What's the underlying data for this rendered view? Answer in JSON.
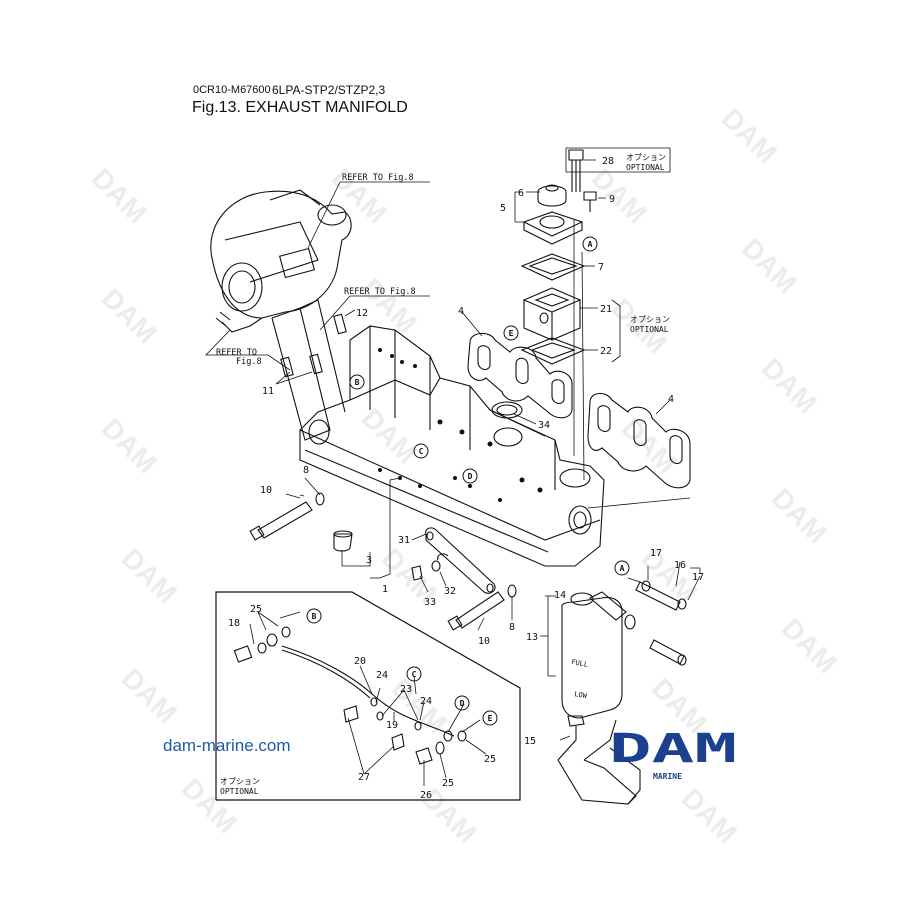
{
  "header": {
    "code": "0CR10-M67600",
    "model": "6LPA-STP2/STZP2,3",
    "title": "Fig.13.  EXHAUST MANIFOLD"
  },
  "references": {
    "refer_top": "REFER TO Fig.8",
    "refer_mid": "REFER TO Fig.8",
    "refer_left_1": "REFER TO",
    "refer_left_2": "Fig.8"
  },
  "optional": {
    "jp": "オプション",
    "en": "OPTIONAL"
  },
  "parts": {
    "p1": "1",
    "p3": "3",
    "p4a": "4",
    "p4b": "4",
    "p5": "5",
    "p6": "6",
    "p7": "7",
    "p8a": "8",
    "p8b": "8",
    "p9": "9",
    "p10a": "10",
    "p10b": "10",
    "p11": "11",
    "p12": "12",
    "p13": "13",
    "p14": "14",
    "p15": "15",
    "p16": "16",
    "p17a": "17",
    "p17b": "17",
    "p18": "18",
    "p19": "19",
    "p20": "20",
    "p21": "21",
    "p22": "22",
    "p23": "23",
    "p24a": "24",
    "p24b": "24",
    "p25a": "25",
    "p25b": "25",
    "p25c": "25",
    "p26": "26",
    "p27": "27",
    "p28": "28",
    "p31": "31",
    "p32": "32",
    "p33": "33",
    "p34": "34"
  },
  "callouts": {
    "A1": "A",
    "A2": "B",
    "A3": "C",
    "A4": "D",
    "A5": "E",
    "B1": "A",
    "B2": "B",
    "B3": "C",
    "B4": "D",
    "B5": "E"
  },
  "gauge": {
    "full": "FULL",
    "low": "LOW"
  },
  "footer": {
    "site": "dam-marine.com",
    "logo_main": "DAM",
    "logo_sub": "MARINE"
  },
  "watermark": "DAM",
  "colors": {
    "logo_blue": "#1c3f8f",
    "link_blue": "#1f5aa6",
    "ink": "#111111",
    "watermark": "#e9e9e9"
  }
}
